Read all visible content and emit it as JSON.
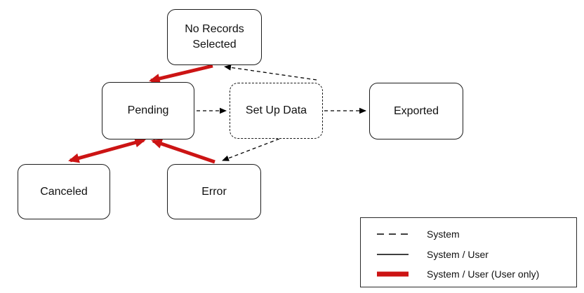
{
  "diagram": {
    "title": "record-export-state-diagram",
    "nodes": [
      {
        "id": "no-records-selected",
        "label": "No Records Selected"
      },
      {
        "id": "pending",
        "label": "Pending"
      },
      {
        "id": "set-up-data",
        "label": "Set Up Data"
      },
      {
        "id": "exported",
        "label": "Exported"
      },
      {
        "id": "canceled",
        "label": "Canceled"
      },
      {
        "id": "error",
        "label": "Error"
      }
    ],
    "edges": [
      {
        "from": "no-records-selected",
        "to": "pending",
        "style": "thick-red",
        "bidirectional": false
      },
      {
        "from": "set-up-data",
        "to": "no-records-selected",
        "style": "dashed",
        "bidirectional": false
      },
      {
        "from": "pending",
        "to": "set-up-data",
        "style": "dashed",
        "bidirectional": false
      },
      {
        "from": "set-up-data",
        "to": "exported",
        "style": "dashed",
        "bidirectional": false
      },
      {
        "from": "pending",
        "to": "canceled",
        "style": "thick-red",
        "bidirectional": true
      },
      {
        "from": "error",
        "to": "pending",
        "style": "thick-red",
        "bidirectional": false
      },
      {
        "from": "set-up-data",
        "to": "error",
        "style": "dashed",
        "bidirectional": false
      }
    ],
    "colors": {
      "user_action_red": "#cc1414",
      "line_black": "#000000",
      "background": "#ffffff"
    }
  },
  "legend": {
    "items": [
      {
        "style": "dashed-black",
        "label": "System"
      },
      {
        "style": "solid-black",
        "label": "System / User"
      },
      {
        "style": "thick-red",
        "label": "System / User (User only)"
      }
    ]
  }
}
